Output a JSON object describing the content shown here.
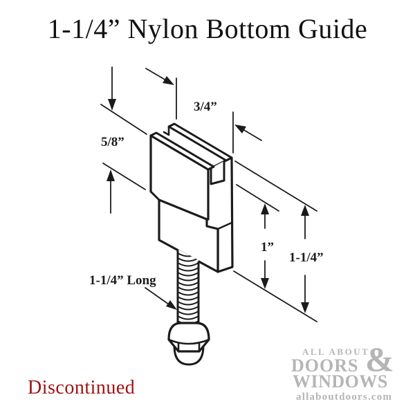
{
  "title": "1-1/4” Nylon Bottom Guide",
  "dimensions": {
    "wall_height": "5/8”",
    "channel_width": "3/4”",
    "body_height": "1”",
    "overall_height": "1-1/4”",
    "stud_length": "1-1/4” Long"
  },
  "status": {
    "label": "Discontinued",
    "color": "#9e1111"
  },
  "watermark": {
    "line1": "ALL ABOUT",
    "line2": "DOORS",
    "ampersand": "&",
    "line3": "WINDOWS",
    "website": "allaboutdoors.com",
    "color": "#b5b5b5"
  },
  "colors": {
    "line_art": "#1b1b1b",
    "background": "#ffffff"
  }
}
